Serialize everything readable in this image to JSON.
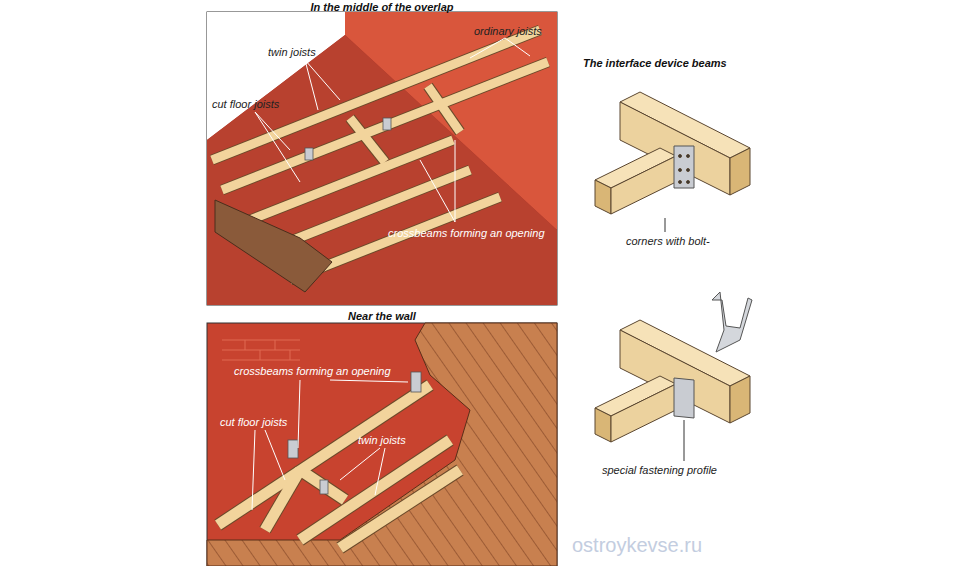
{
  "diagram": {
    "labels": [
      "In the middle of the overlap",
      "twin joists",
      "ordinary joists",
      "cut floor joists",
      "crossbeams forming an opening",
      "The interface device beams",
      "corners with bolt-",
      "Near the wall",
      "crossbeams forming an opening",
      "cut floor joists",
      "twin joists",
      "special fastening profile",
      "ostroykevse.ru"
    ]
  }
}
